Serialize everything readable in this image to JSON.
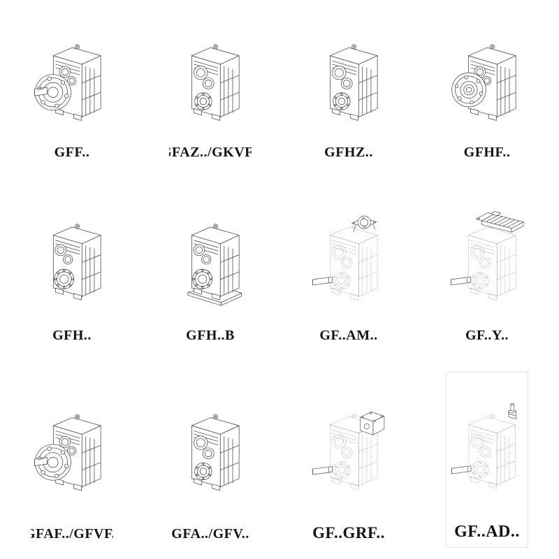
{
  "colors": {
    "line": "#3a3a3a",
    "dashed_line": "#9a9a9a",
    "attachment_line": "#4a4a4a"
  },
  "grid": {
    "items": [
      {
        "label": "GFF..",
        "icon": "gearbox-flange-shaft",
        "style": "solid"
      },
      {
        "label": "GFAZ../GKVF..",
        "icon": "gearbox-output-bores",
        "style": "solid"
      },
      {
        "label": "GFHZ..",
        "icon": "gearbox-output-bores",
        "style": "solid"
      },
      {
        "label": "GFHF..",
        "icon": "gearbox-flange-hollow",
        "style": "solid"
      },
      {
        "label": "GFH..",
        "icon": "gearbox-bearing-cover",
        "style": "solid"
      },
      {
        "label": "GFH..B",
        "icon": "gearbox-bearing-cover-base",
        "style": "solid"
      },
      {
        "label": "GF..AM..",
        "icon": "gearbox-top-flange-mount",
        "style": "dashed"
      },
      {
        "label": "GF..Y..",
        "icon": "gearbox-motor-mounted",
        "style": "dashed"
      },
      {
        "label": "GFAF../GFVF..",
        "icon": "gearbox-flange-shaft",
        "style": "solid"
      },
      {
        "label": "GFA../GFV..",
        "icon": "gearbox-output-bores",
        "style": "solid"
      },
      {
        "label": "GF..GRF..",
        "icon": "gearbox-input-gear-unit",
        "style": "dashed"
      },
      {
        "label": "GF..AD..",
        "icon": "gearbox-input-adapter",
        "style": "dashed"
      }
    ]
  }
}
